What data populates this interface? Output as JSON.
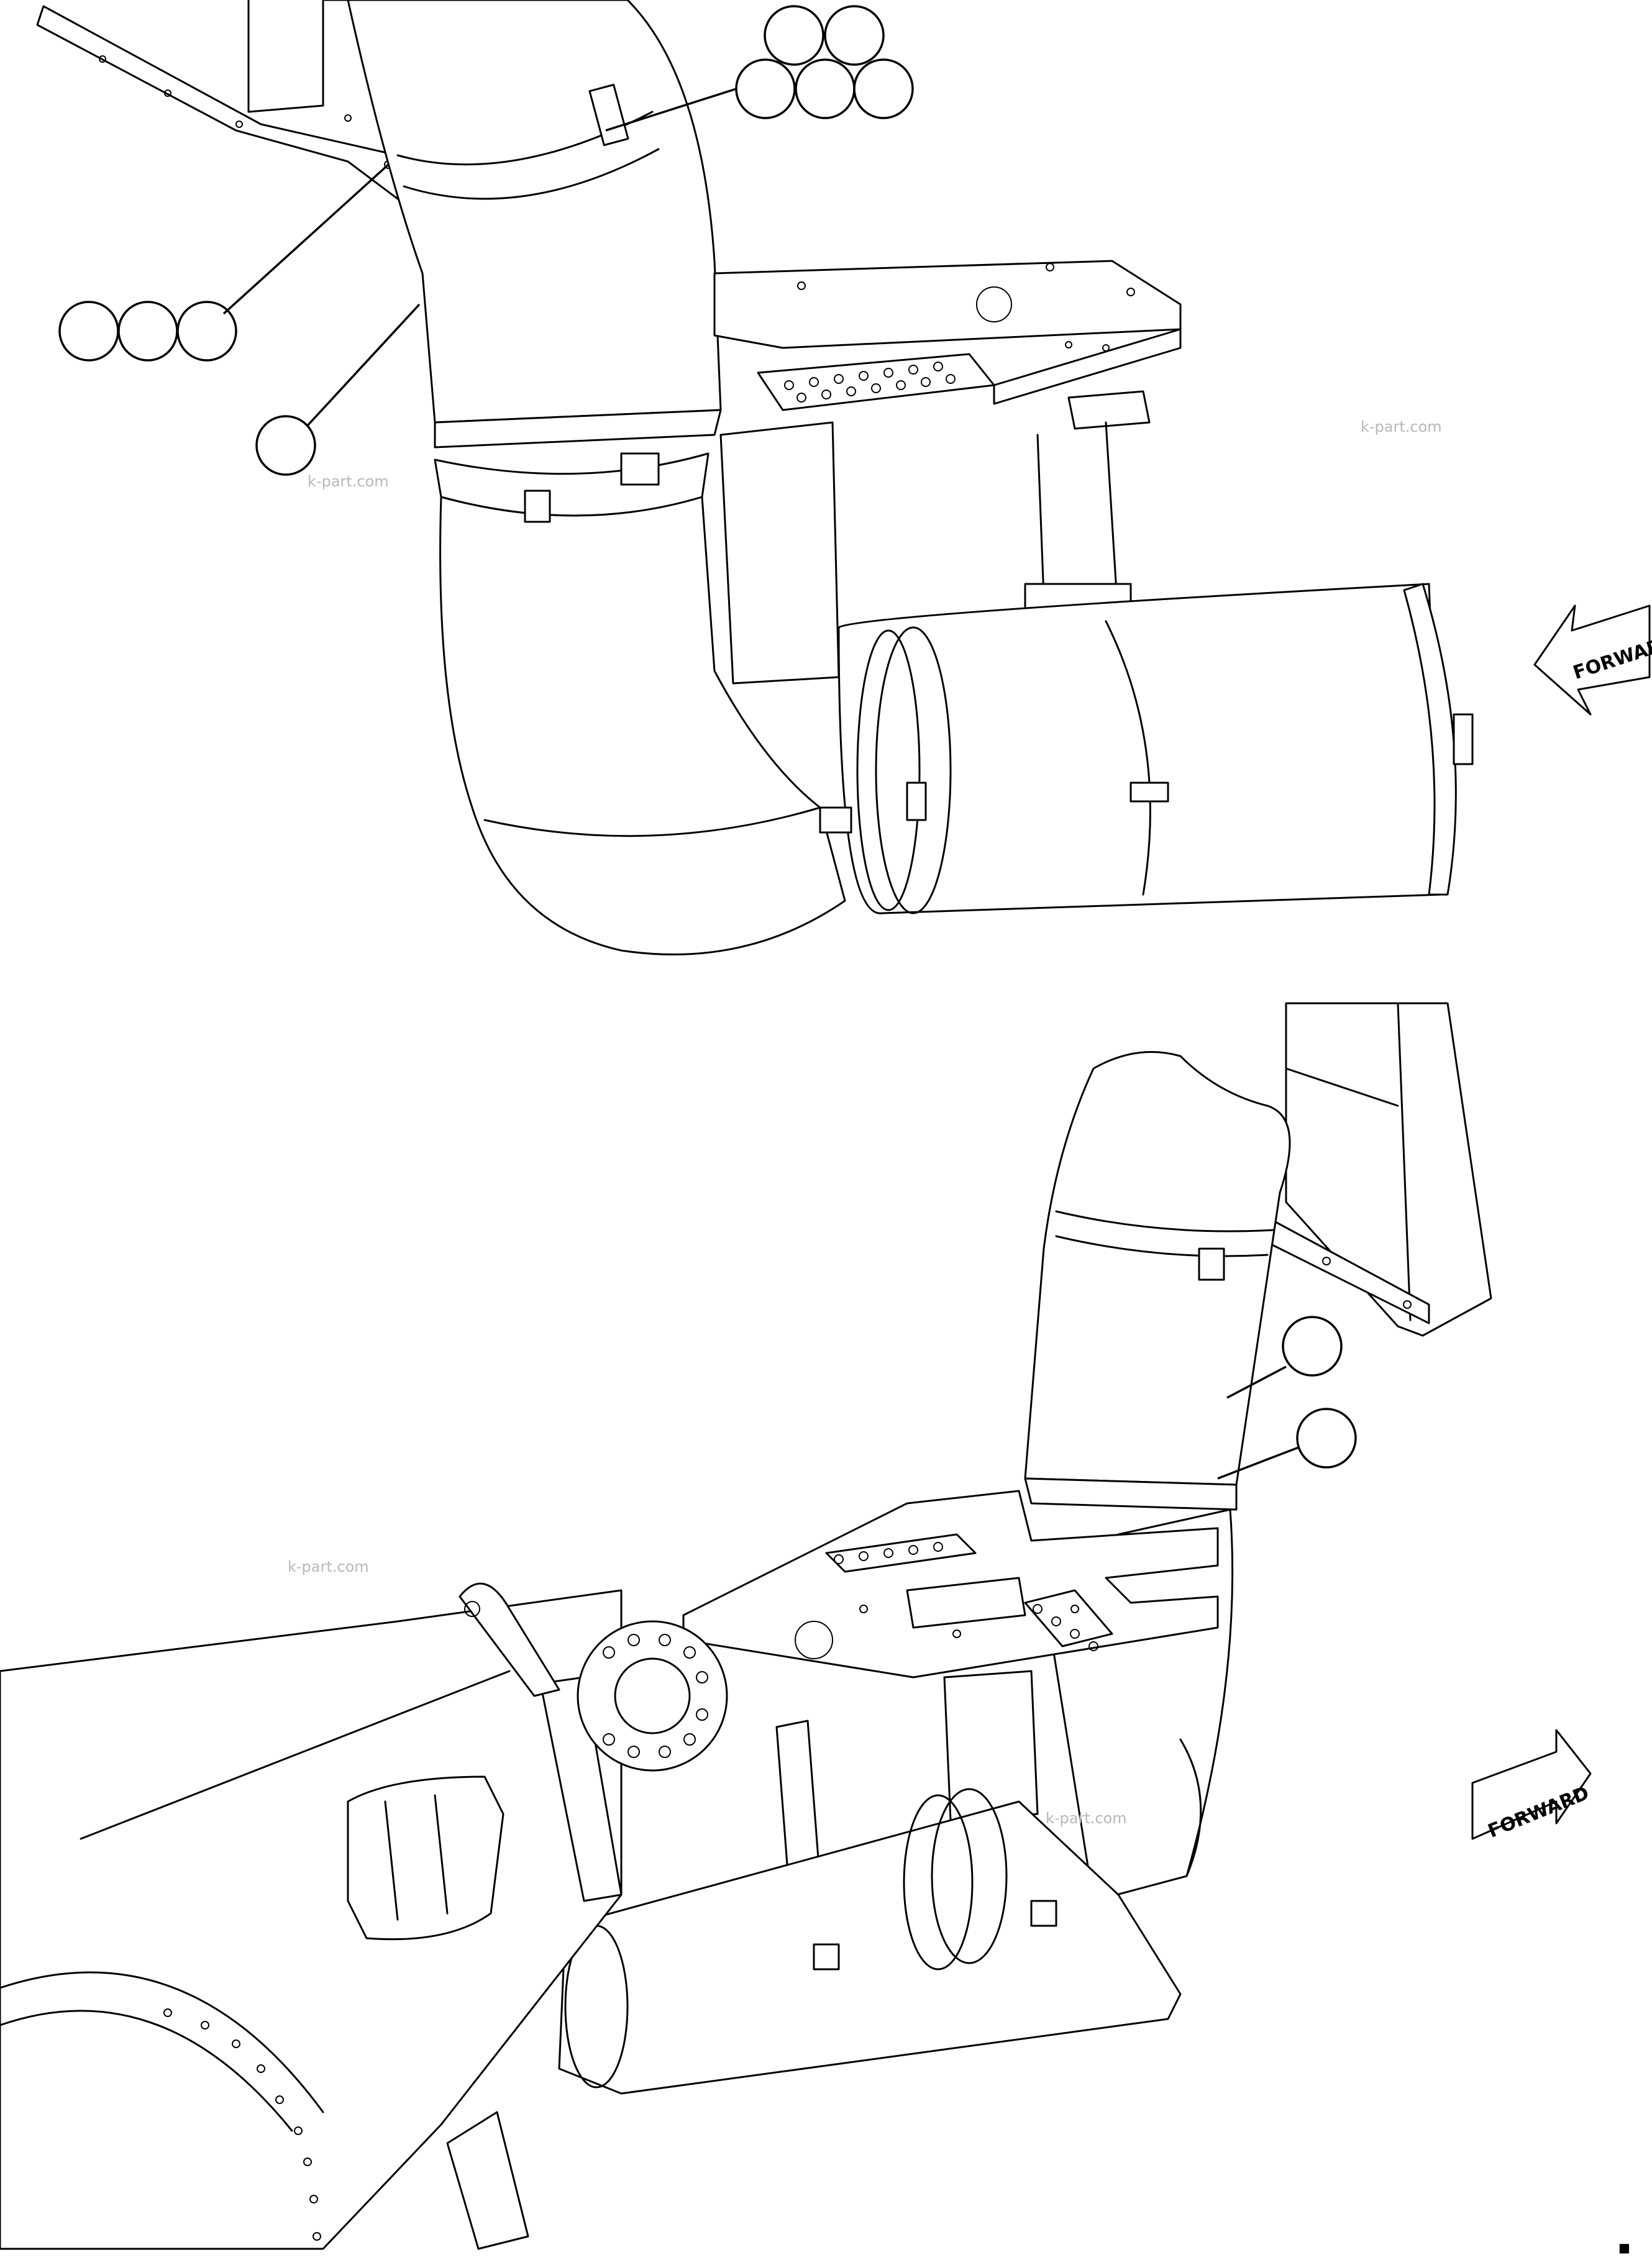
{
  "watermarks": [
    "k-part.com",
    "k-part.com",
    "k-part.com",
    "k-part.com"
  ],
  "direction_labels": [
    "FORWARD",
    "FORWARD"
  ],
  "page_mark": "■"
}
